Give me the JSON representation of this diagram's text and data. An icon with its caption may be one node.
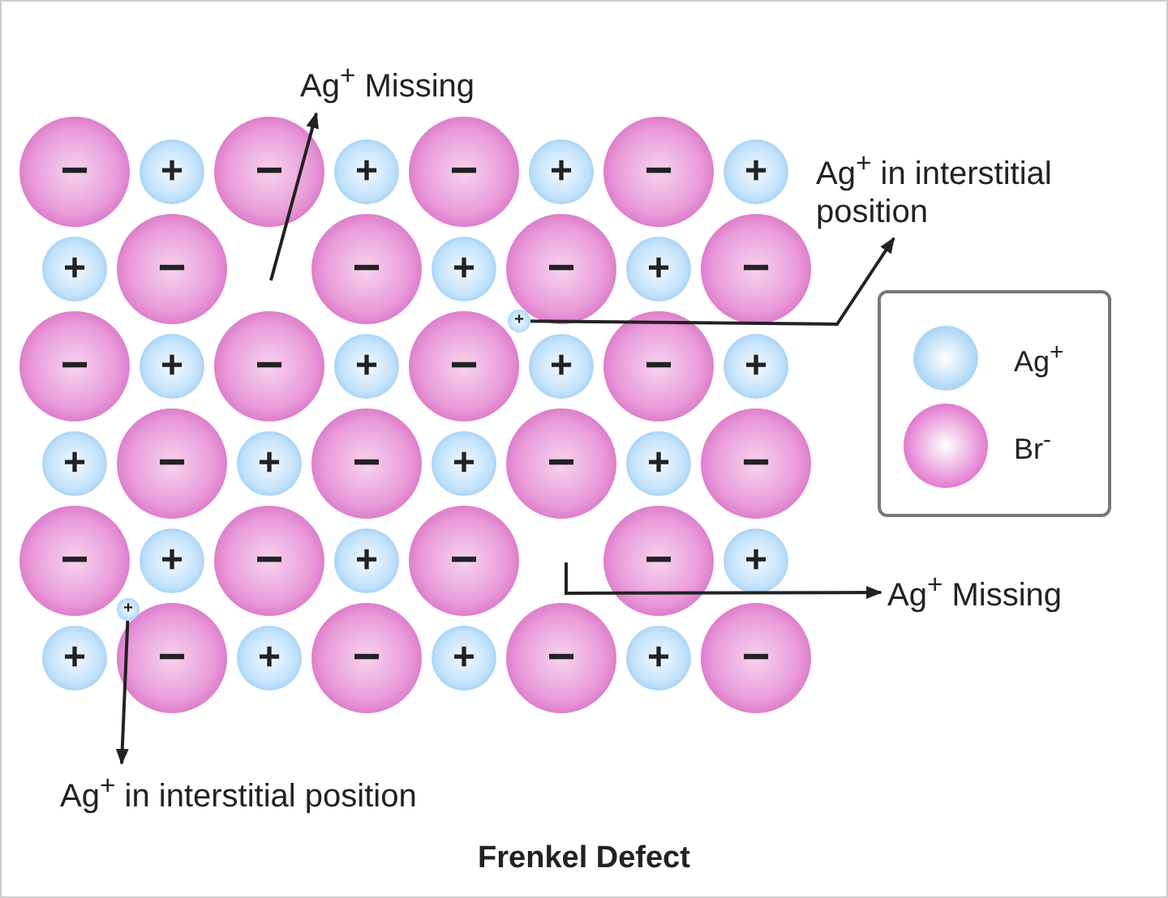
{
  "diagram": {
    "title": "Frenkel Defect",
    "nodes": [
      {
        "text": [
          "Ag$^{+}$ Missing"
        ]
      },
      {
        "text": [
          "Ag$^{+}$ in interstitial position"
        ]
      },
      {
        "text": [
          "Ag$^{+}$ Missing"
        ]
      },
      {
        "text": [
          "Ag$^{+}$ in interstitial position"
        ]
      },
      {
        "text": [
          "+"
        ]
      },
      {
        "text": [
          "+"
        ]
      },
      {
        "text": [
          "−"
        ]
      },
      {
        "text": [
          "+"
        ]
      },
      {
        "text": [
          "−"
        ]
      },
      {
        "text": [
          "+"
        ]
      },
      {
        "text": [
          "−"
        ]
      },
      {
        "text": [
          "+"
        ]
      },
      {
        "text": [
          "−"
        ]
      },
      {
        "text": [
          "+"
        ]
      },
      {
        "text": [
          "+"
        ]
      },
      {
        "text": [
          "−"
        ]
      },
      {
        "text": [
          "−"
        ]
      },
      {
        "text": [
          "+"
        ]
      },
      {
        "text": [
          "−"
        ]
      },
      {
        "text": [
          "+"
        ]
      },
      {
        "text": [
          "−"
        ]
      },
      {
        "text": [
          "−"
        ]
      },
      {
        "text": [
          "+"
        ]
      },
      {
        "text": [
          "−"
        ]
      },
      {
        "text": [
          "+"
        ]
      },
      {
        "text": [
          "−"
        ]
      },
      {
        "text": [
          "+"
        ]
      },
      {
        "text": [
          "−"
        ]
      },
      {
        "text": [
          "+"
        ]
      },
      {
        "text": [
          "+"
        ]
      },
      {
        "text": [
          "−"
        ]
      },
      {
        "text": [
          "+"
        ]
      },
      {
        "text": [
          "−"
        ]
      },
      {
        "text": [
          "+"
        ]
      },
      {
        "text": [
          "−"
        ]
      },
      {
        "text": [
          "+"
        ]
      },
      {
        "text": [
          "−"
        ]
      },
      {
        "text": [
          "−"
        ]
      },
      {
        "text": [
          "+"
        ]
      },
      {
        "text": [
          "−"
        ]
      },
      {
        "text": [
          "+"
        ]
      },
      {
        "text": [
          "−"
        ]
      },
      {
        "text": [
          "−"
        ]
      },
      {
        "text": [
          "+"
        ]
      },
      {
        "text": [
          "+"
        ]
      },
      {
        "text": [
          "−"
        ]
      },
      {
        "text": [
          "+"
        ]
      },
      {
        "text": [
          "−"
        ]
      },
      {
        "text": [
          "+"
        ]
      },
      {
        "text": [
          "−"
        ]
      },
      {
        "text": [
          "+"
        ]
      },
      {
        "text": [
          "−"
        ]
      }
    ],
    "edges": [
      {
        "from": null,
        "to": 0,
        "arrow": "to"
      },
      {
        "from": 4,
        "to": 1,
        "arrow": "to"
      },
      {
        "from": null,
        "to": 2,
        "arrow": "to"
      },
      {
        "from": 5,
        "to": 3,
        "arrow": "to"
      }
    ],
    "legend": [
      {
        "text": "Ag$^{+}$",
        "color": "#a9d4f5"
      },
      {
        "text": "Br$^{-}$",
        "color": "#e27ccf"
      }
    ]
  }
}
